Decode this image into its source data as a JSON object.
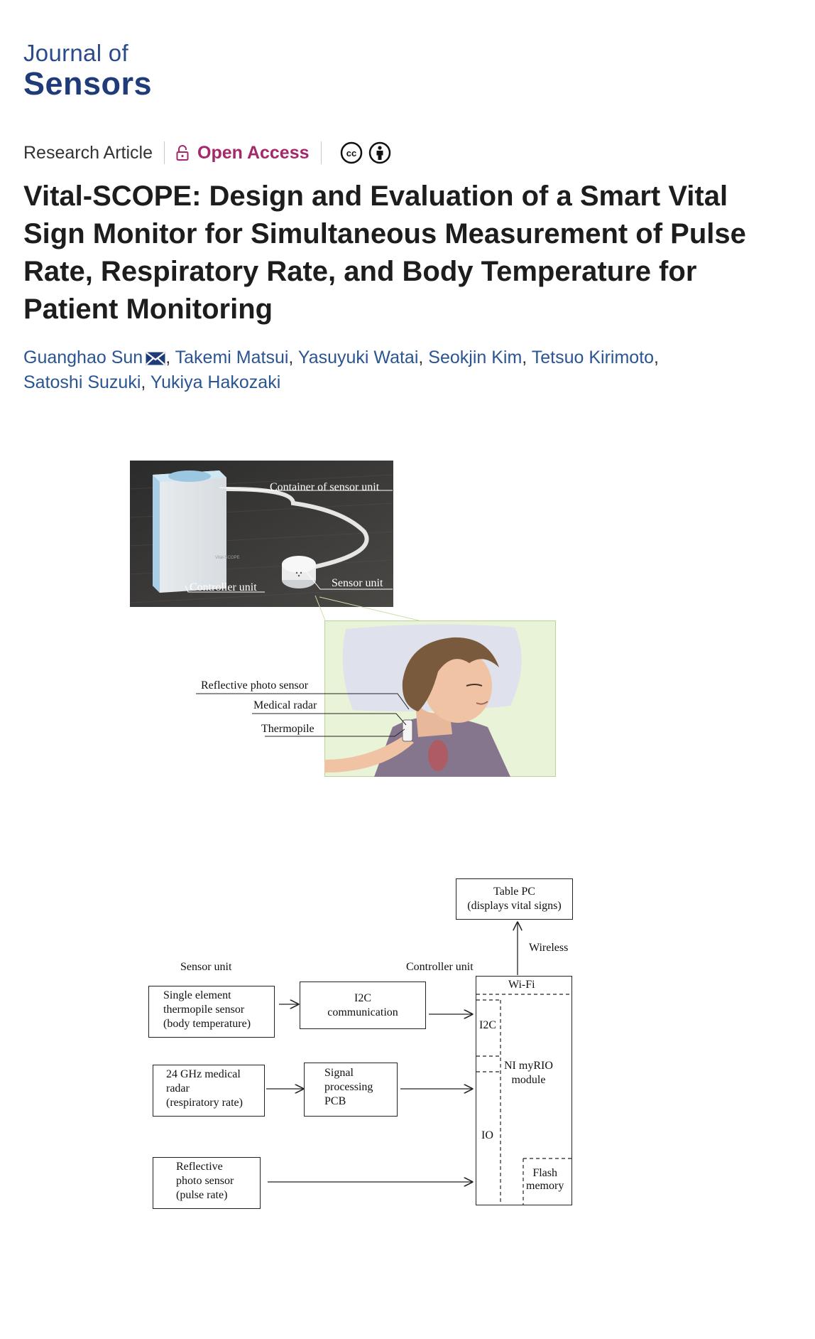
{
  "journal": {
    "line1": "Journal of",
    "line2": "Sensors"
  },
  "meta": {
    "article_type": "Research Article",
    "access": "Open Access",
    "license_icons": [
      "creative-commons-icon",
      "attribution-person-icon"
    ]
  },
  "title": "Vital-SCOPE: Design and Evaluation of a Smart Vital Sign Monitor for Simultaneous Measurement of Pulse Rate, Respiratory Rate, and Body Temperature for Patient Monitoring",
  "authors": [
    "Guanghao Sun",
    "Takemi Matsui",
    "Yasuyuki Watai",
    "Seokjin Kim",
    "Tetsuo Kirimoto",
    "Satoshi Suzuki",
    "Yukiya Hakozaki"
  ],
  "figure1": {
    "labels": {
      "container": "Container of sensor unit",
      "controller": "Controller unit",
      "sensor": "Sensor unit",
      "photo_sensor": "Reflective photo sensor",
      "radar": "Medical radar",
      "thermopile": "Thermopile"
    },
    "device_brand": "Vital-SCOPE"
  },
  "figure2": {
    "sensor_unit_heading": "Sensor unit",
    "controller_unit_heading": "Controller unit",
    "wireless_label": "Wireless",
    "tablet_box": "Table PC\n(displays vital signs)",
    "thermopile_box": "Single element\nthermopile sensor\n(body temperature)",
    "i2c_comm_box": "I2C\ncommunication",
    "radar_box": "24 GHz medical\nradar\n(respiratory rate)",
    "signal_pcb_box": "Signal\nprocessing\nPCB",
    "photo_box": "Reflective\nphoto sensor\n(pulse rate)",
    "wifi_label": "Wi-Fi",
    "i2c_label": "I2C",
    "io_label": "IO",
    "myrio_label": "NI myRIO\nmodule",
    "flash_label": "Flash\nmemory"
  }
}
